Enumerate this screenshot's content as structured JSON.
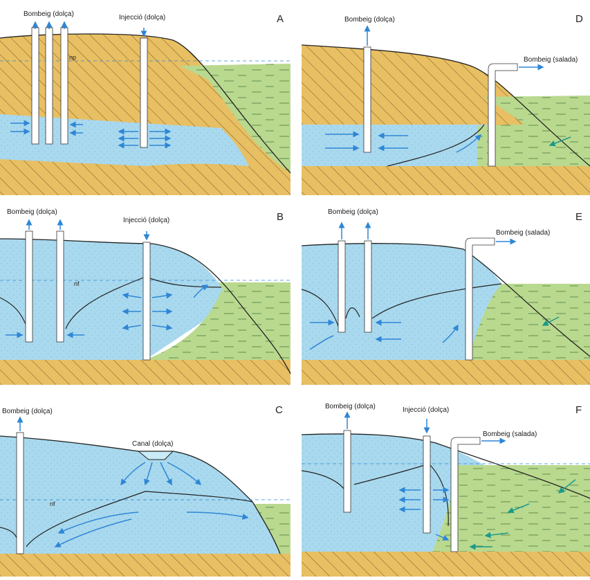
{
  "colors": {
    "sand": "#e8bf63",
    "hatch": "#7a5a1e",
    "fresh_water": "#a9d9ee",
    "salt_water": "#b9d98f",
    "interface": "#1f2a2a",
    "arrow_fresh": "#2e86d6",
    "arrow_salt": "#1a9a8a"
  },
  "panels": [
    {
      "letter": "A",
      "labels": [
        "Bombeig (dolça)",
        "Injecció (dolça)"
      ],
      "level_label": "np"
    },
    {
      "letter": "D",
      "labels": [
        "Bombeig (dolça)",
        "Bombeig (salada)"
      ]
    },
    {
      "letter": "B",
      "labels": [
        "Bombeig (dolça)",
        "Injecció (dolça)"
      ],
      "level_label": "nf"
    },
    {
      "letter": "E",
      "labels": [
        "Bombeig (dolça)",
        "Bombeig (salada)"
      ]
    },
    {
      "letter": "C",
      "labels": [
        "Bombeig (dolça)",
        "Canal (dolça)"
      ],
      "level_label": "nf"
    },
    {
      "letter": "F",
      "labels": [
        "Bombeig (dolça)",
        "Injecció (dolça)",
        "Bombeig (salada)"
      ]
    }
  ]
}
